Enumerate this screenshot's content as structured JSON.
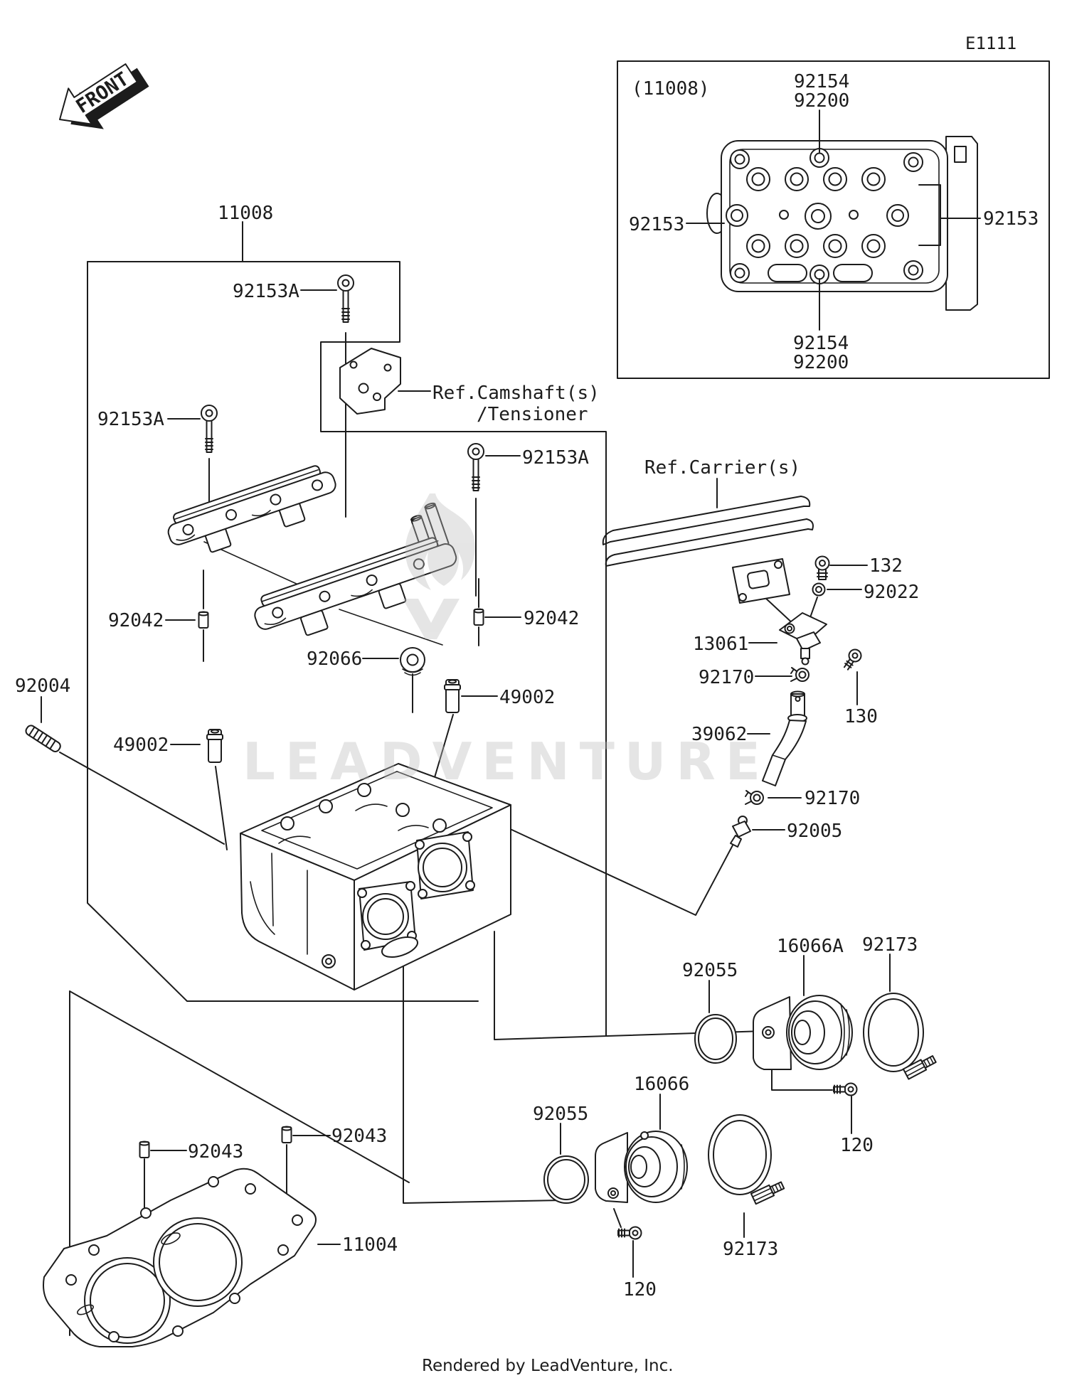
{
  "page": {
    "code": "E1111",
    "front_label": "FRONT",
    "footer": "Rendered by LeadVenture, Inc.",
    "watermark": "LEADVENTURE"
  },
  "inset": {
    "caption": "(11008)",
    "top_label_1": "92154",
    "top_label_2": "92200",
    "bottom_label_1": "92154",
    "bottom_label_2": "92200",
    "left_label": "92153",
    "right_label": "92153"
  },
  "refs": {
    "camshaft_line1": "Ref.Camshaft(s)",
    "camshaft_line2": "/Tensioner",
    "carrier": "Ref.Carrier(s)"
  },
  "callouts": {
    "p11008": "11008",
    "p92153a_top": "92153A",
    "p92153a_left": "92153A",
    "p92153a_right": "92153A",
    "p92042_left": "92042",
    "p92042_right": "92042",
    "p92066": "92066",
    "p49002_left": "49002",
    "p49002_right": "49002",
    "p92004": "92004",
    "p132": "132",
    "p92022": "92022",
    "p13061": "13061",
    "p92170_upper": "92170",
    "p130": "130",
    "p39062": "39062",
    "p92170_lower": "92170",
    "p92005": "92005",
    "p92055_upper": "92055",
    "p16066a": "16066A",
    "p92173_upper": "92173",
    "p120_upper": "120",
    "p16066": "16066",
    "p92055_lower": "92055",
    "p92173_lower": "92173",
    "p120_lower": "120",
    "p92043_left": "92043",
    "p92043_right": "92043",
    "p11004": "11004"
  }
}
